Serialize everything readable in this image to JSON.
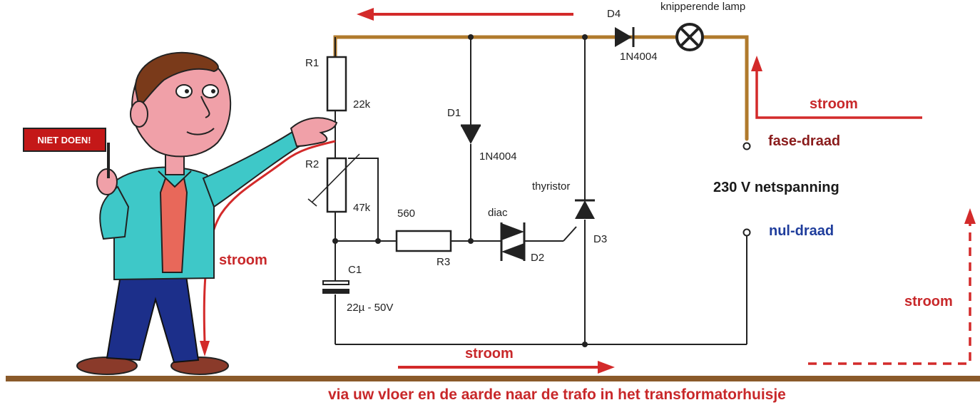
{
  "labels": {
    "r1_name": "R1",
    "r1_value": "22k",
    "r2_name": "R2",
    "r2_value": "47k",
    "r3_name": "R3",
    "r3_value": "560",
    "c1_name": "C1",
    "c1_value": "22µ - 50V",
    "d1_name": "D1",
    "d1_value": "1N4004",
    "d2_name": "D2",
    "d2_type": "diac",
    "d3_name": "D3",
    "d3_type": "thyristor",
    "d4_name": "D4",
    "d4_value": "1N4004",
    "lamp_label": "knipperende lamp",
    "fase": "fase-draad",
    "nul": "nul-draad",
    "netspanning": "230 V netspanning",
    "stroom_right_top": "stroom",
    "stroom_body": "stroom",
    "stroom_bottom": "stroom",
    "stroom_right_bottom": "stroom",
    "sign": "NIET DOEN!",
    "bottom_caption": "via uw vloer en de aarde naar de trafo in het transformatorhuisje"
  },
  "colors": {
    "phase_wire": "#b07a2c",
    "circuit_wire": "#222222",
    "arrow_red": "#d32a2a",
    "floor": "#8a5a2a",
    "shirt": "#3ec8c8",
    "tie": "#e8685a",
    "skin": "#f0a0a8",
    "trousers": "#1c2f8a",
    "hair": "#7a3a1a",
    "sign_bg": "#c41818"
  }
}
